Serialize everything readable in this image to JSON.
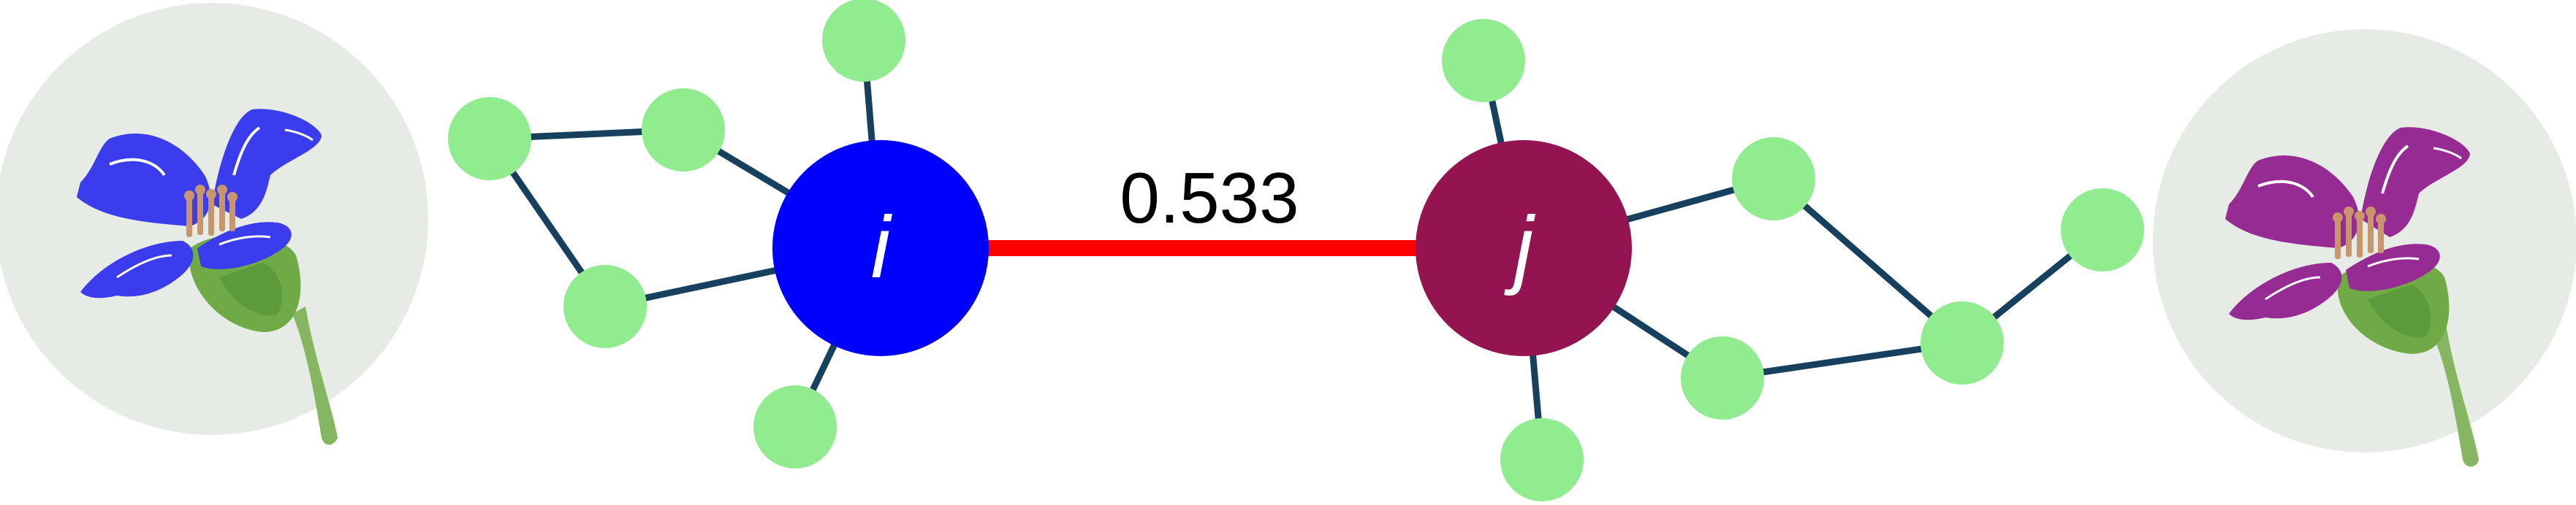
{
  "graph": {
    "edge_weight_label": "0.533",
    "left_hub_label": "i",
    "right_hub_label": "j"
  },
  "colors": {
    "background": "#ffffff",
    "left_hub": "#0000ff",
    "right_hub": "#931450",
    "central_edge": "#ff0000",
    "edges": "#16405e",
    "nodes": "#90ec8f",
    "flower_disc": "#e7ebe6",
    "left_flower_petals": "#3a3cee",
    "right_flower_petals": "#952b93",
    "stamens": "#c9956d",
    "sepal_green": "#6faa47",
    "stem_green": "#86b662"
  },
  "icons": {
    "left_image": "blue-flower-icon",
    "right_image": "purple-flower-icon"
  }
}
